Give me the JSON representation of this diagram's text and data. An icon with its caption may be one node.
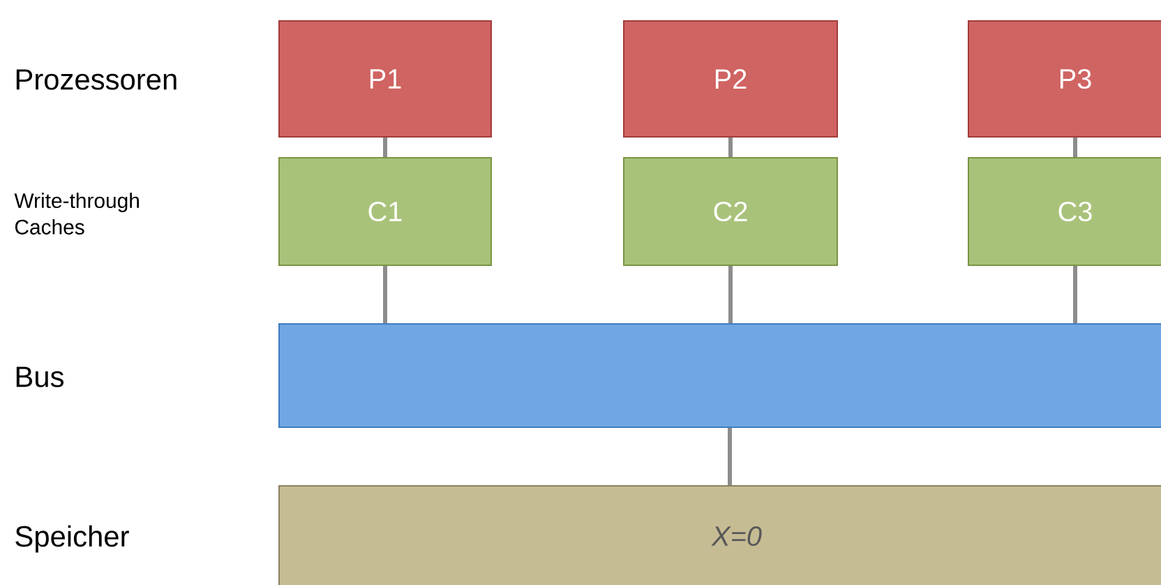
{
  "diagram": {
    "nodes": [
      {
        "text": [
          "P1"
        ]
      },
      {
        "text": [
          "P2"
        ]
      },
      {
        "text": [
          "P3"
        ]
      },
      {
        "text": [
          "C1"
        ]
      },
      {
        "text": [
          "C2"
        ]
      },
      {
        "text": [
          "C3"
        ]
      },
      {
        "text": [],
        "shape": "bar"
      },
      {
        "text": [
          "*X=0*"
        ]
      }
    ],
    "edges": [
      {
        "from": 0,
        "to": 3,
        "arrow": "none"
      },
      {
        "from": 1,
        "to": 4,
        "arrow": "none"
      },
      {
        "from": 2,
        "to": 5,
        "arrow": "none"
      },
      {
        "from": 3,
        "to": 6,
        "arrow": "none"
      },
      {
        "from": 4,
        "to": 6,
        "arrow": "none"
      },
      {
        "from": 5,
        "to": 6,
        "arrow": "none"
      },
      {
        "from": 6,
        "to": 7,
        "arrow": "none"
      }
    ],
    "labels": [
      "Prozessoren",
      "Write-through Caches",
      "Bus",
      "Speicher"
    ]
  }
}
